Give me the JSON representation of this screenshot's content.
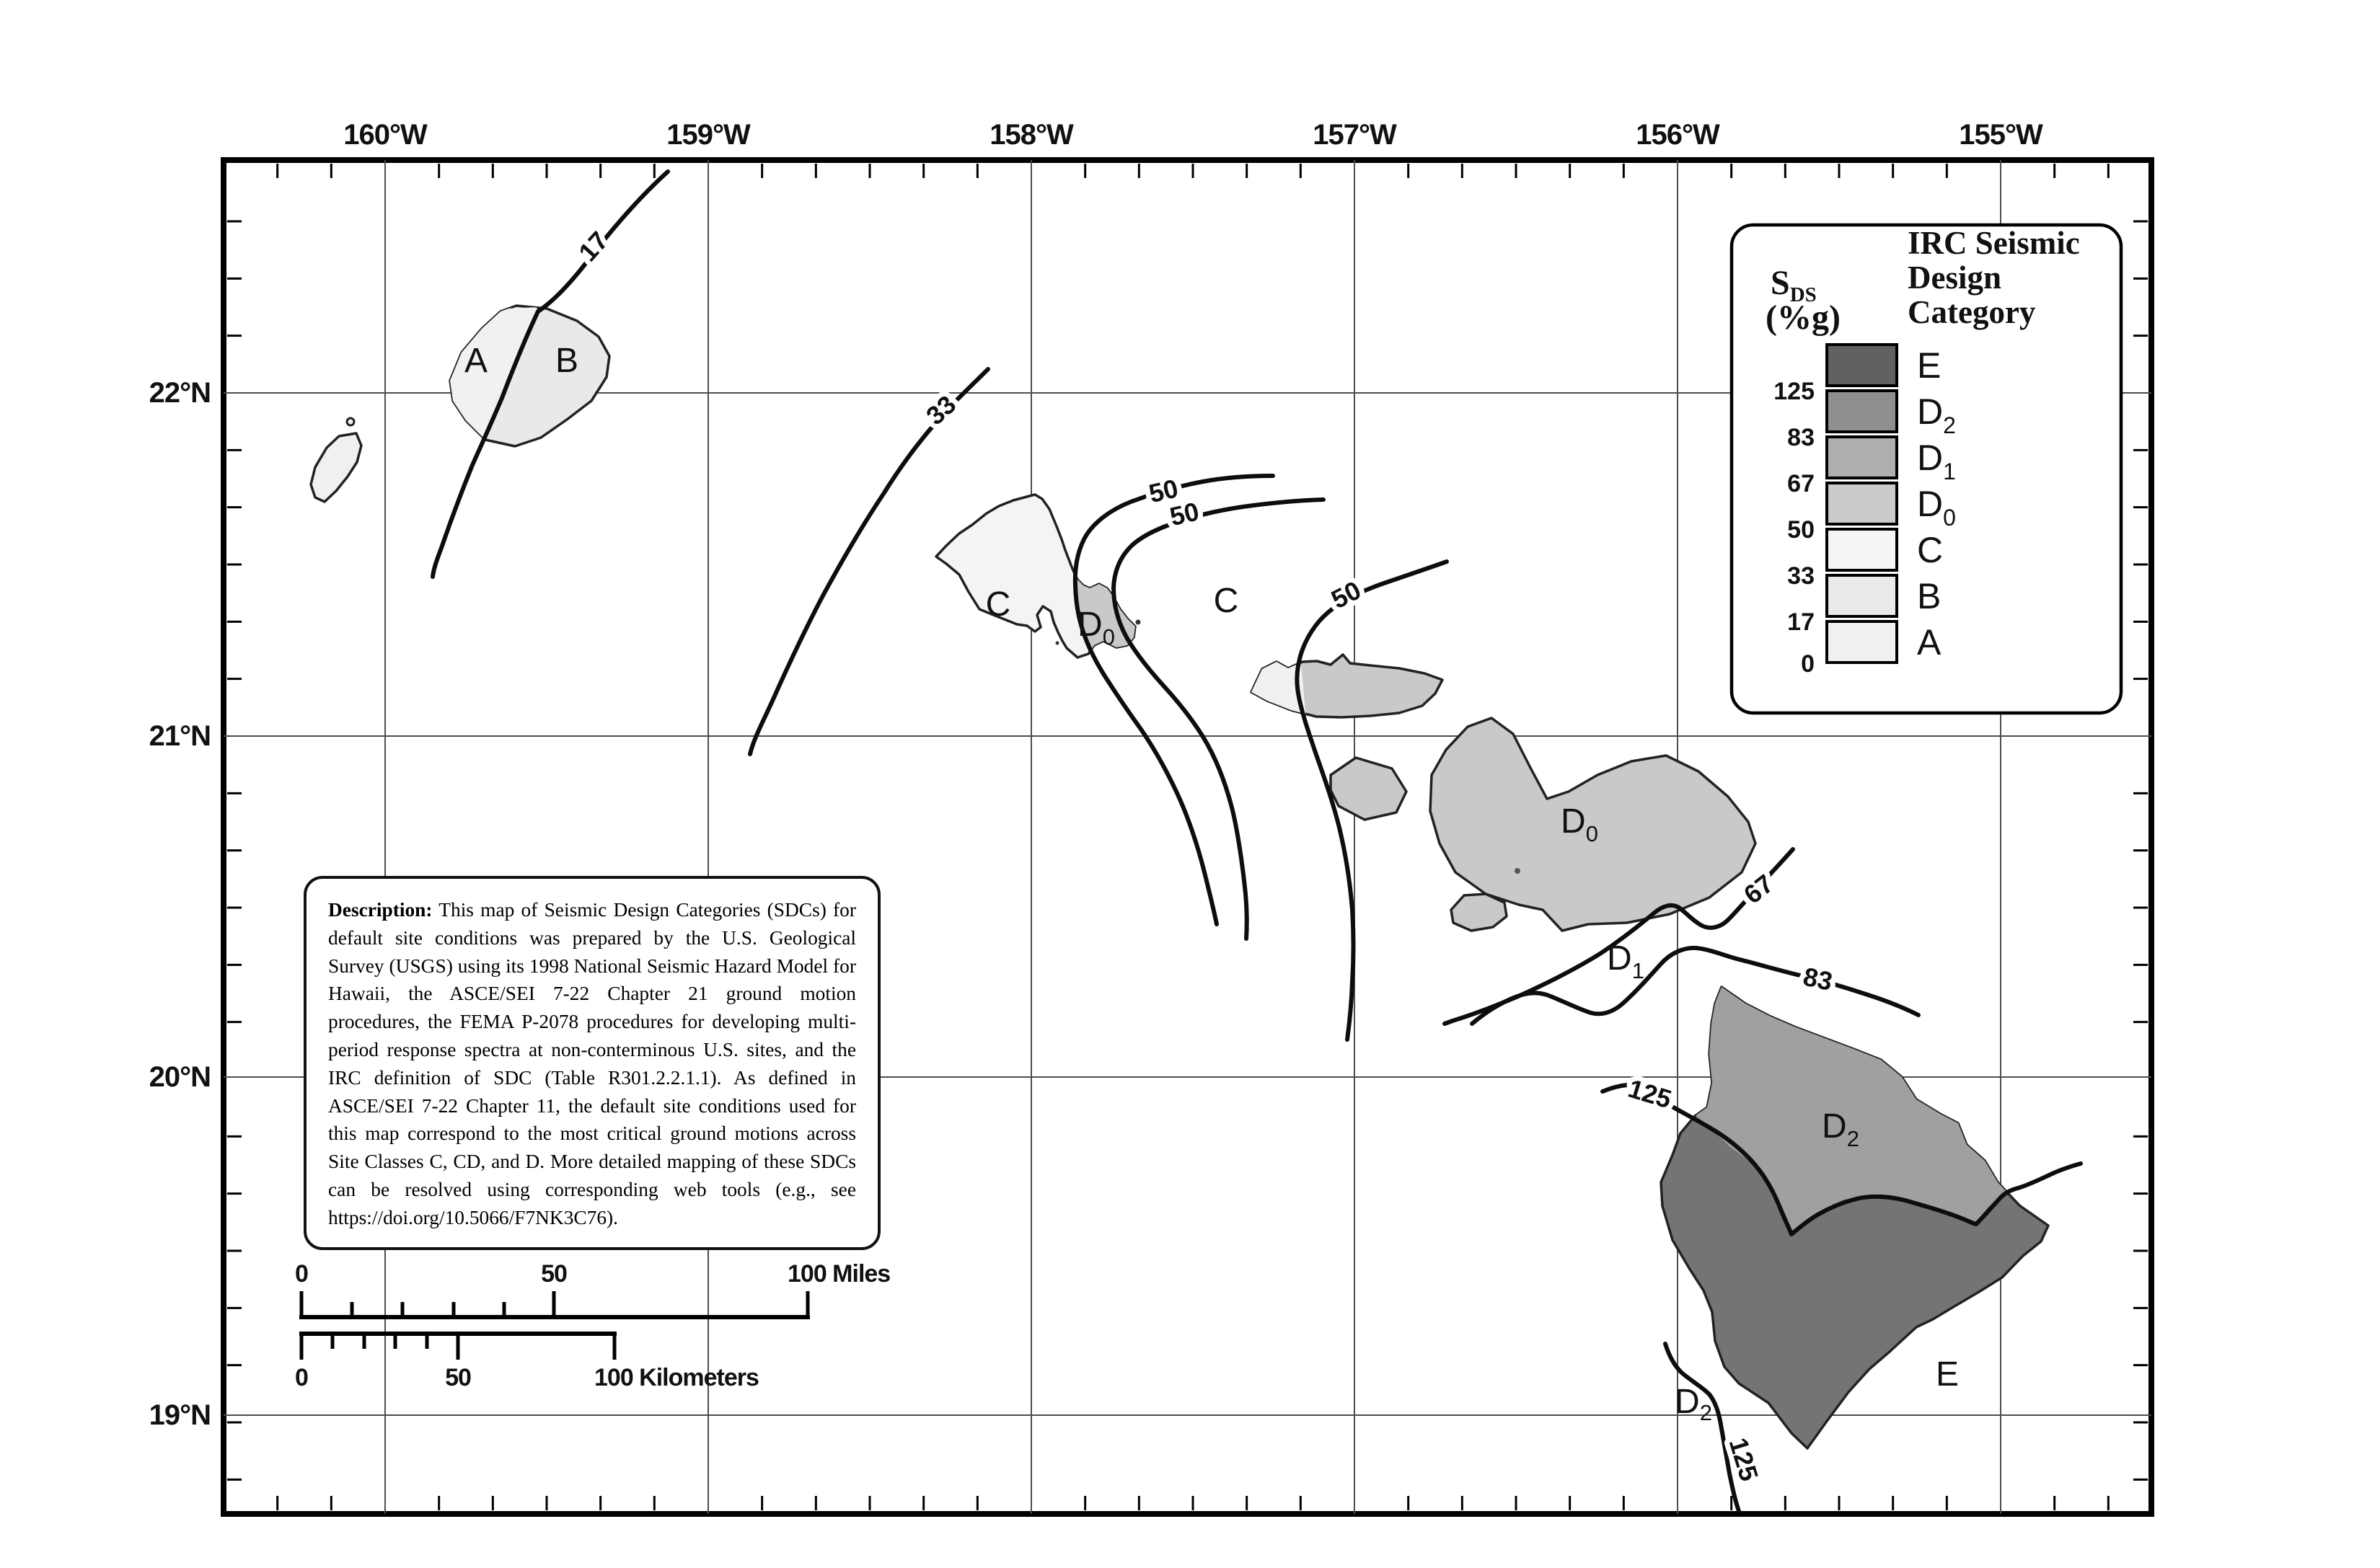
{
  "figure": {
    "type": "IRC Seismic Design Category map",
    "region": "Hawaii"
  },
  "axis": {
    "top": [
      {
        "text": "160°W"
      },
      {
        "text": "159°W"
      },
      {
        "text": "158°W"
      },
      {
        "text": "157°W"
      },
      {
        "text": "156°W"
      },
      {
        "text": "155°W"
      }
    ],
    "left": [
      {
        "text": "22°N"
      },
      {
        "text": "21°N"
      },
      {
        "text": "20°N"
      },
      {
        "text": "19°N"
      }
    ]
  },
  "zones": {
    "kauai_a": "A",
    "kauai_b": "B",
    "oahu_c": "C",
    "oahu_d0_main": "D",
    "oahu_d0_sub": "0",
    "ocean_c": "C",
    "maui_d0_main": "D",
    "maui_d0_sub": "0",
    "ocean_d1_main": "D",
    "ocean_d1_sub": "1",
    "big_d2_main": "D",
    "big_d2_sub": "2",
    "big_e": "E",
    "sw_d2_main": "D",
    "sw_d2_sub": "2"
  },
  "contour_labels": {
    "c17": "17",
    "c33": "33",
    "c50a": "50",
    "c50b": "50",
    "c50c": "50",
    "c67": "67",
    "c83": "83",
    "c125nw": "125",
    "c125sw": "125"
  },
  "map_colors": {
    "a": "#f1f1f1",
    "b": "#e9e9e9",
    "c": "#f4f4f4",
    "d0": "#c9c9c9",
    "d2": "#a0a0a0",
    "e": "#747474",
    "niihau": "#f0f0f0"
  },
  "legend": {
    "sds_main": "S",
    "sds_sub": "DS",
    "sds_unit": "(%g)",
    "title_line1": "IRC Seismic",
    "title_line2": "Design",
    "title_line3": "Category",
    "values": [
      "125",
      "83",
      "67",
      "50",
      "33",
      "17",
      "0"
    ],
    "categories": [
      {
        "main": "E",
        "sub": ""
      },
      {
        "main": "D",
        "sub": "2"
      },
      {
        "main": "D",
        "sub": "1"
      },
      {
        "main": "D",
        "sub": "0"
      },
      {
        "main": "C",
        "sub": ""
      },
      {
        "main": "B",
        "sub": ""
      },
      {
        "main": "A",
        "sub": ""
      }
    ],
    "colors": [
      "#616161",
      "#8f8f8f",
      "#aeaeae",
      "#cbcbcb",
      "#f5f5f5",
      "#eaeaea",
      "#f0f0f0"
    ]
  },
  "description": {
    "label": "Description:",
    "body": "  This map of Seismic Design Categories (SDCs) for default site conditions was prepared by the U.S. Geological Survey (USGS) using its 1998 National Seismic Hazard Model for Hawaii, the ASCE/SEI 7-22 Chapter 21 ground motion procedures, the FEMA P-2078 procedures for developing multi-period response spectra at non-conterminous U.S. sites, and the IRC definition of SDC (Table R301.2.2.1.1). As defined in ASCE/SEI 7-22 Chapter 11, the default site conditions used for this map correspond to the most critical ground motions across Site Classes C, CD, and D.  More detailed mapping of these SDCs can be resolved using corresponding web tools (e.g., see https://doi.org/10.5066/F7NK3C76)."
  },
  "scalebar": {
    "miles": {
      "t0": "0",
      "t50": "50",
      "t100": "100 Miles"
    },
    "km": {
      "t0": "0",
      "t50": "50",
      "t100": "100 Kilometers"
    }
  }
}
